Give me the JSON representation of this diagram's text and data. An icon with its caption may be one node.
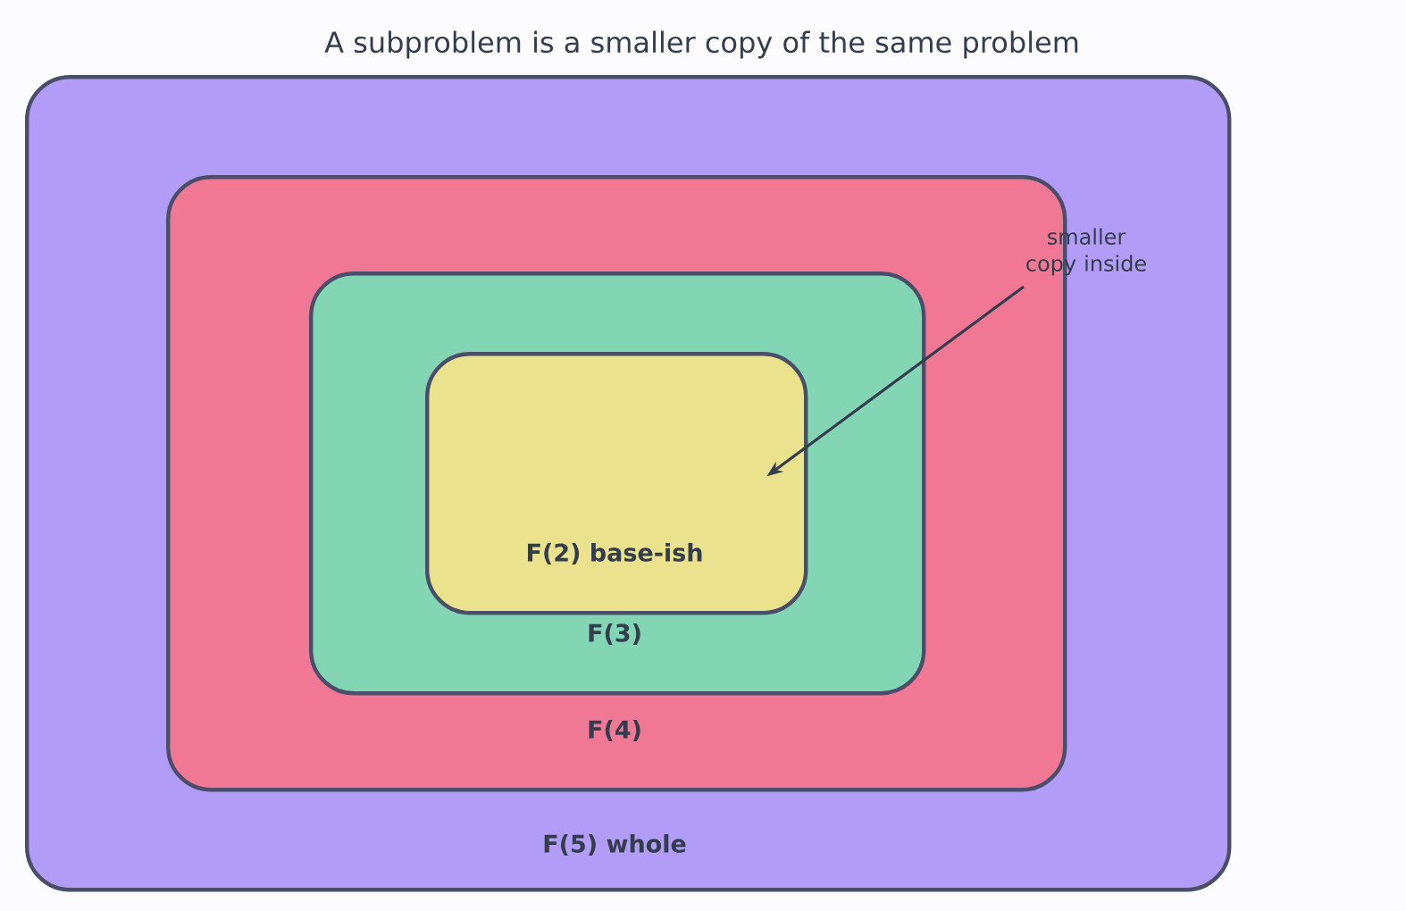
{
  "diagram": {
    "title": "A subproblem is a smaller copy of the same problem",
    "nodes": [
      {
        "text": [
          "F(5) whole"
        ]
      },
      {
        "text": [
          "F(4)"
        ],
        "in": 0
      },
      {
        "text": [
          "F(3)"
        ],
        "in": 1
      },
      {
        "text": [
          "F(2) base-ish"
        ],
        "in": 2
      },
      {
        "text": [
          "smaller copy inside"
        ],
        "in": 0
      }
    ],
    "edges": [
      {
        "from": 4,
        "to": 3,
        "arrow": "to"
      }
    ]
  }
}
